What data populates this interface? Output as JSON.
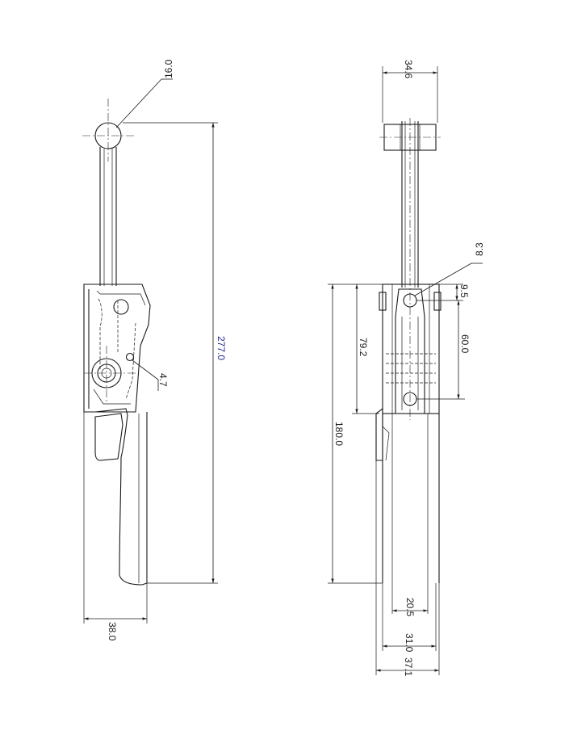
{
  "colors": {
    "ink": "#1a1a1a",
    "dimension_blue": "#1f2a8c"
  },
  "dimensions": {
    "handle_ball_dia": "16.0",
    "overall_height": "277.0",
    "pivot_hole_dia": "4.7",
    "side_width": "38.0",
    "head_width": "34.6",
    "pin_hole_dia": "8.3",
    "pin_offset": "9.5",
    "body_height": "79.2",
    "hole_spacing": "60.0",
    "base_height": "180.0",
    "inner_width": "20.5",
    "mid_width": "31.0",
    "outer_width": "37.1"
  }
}
